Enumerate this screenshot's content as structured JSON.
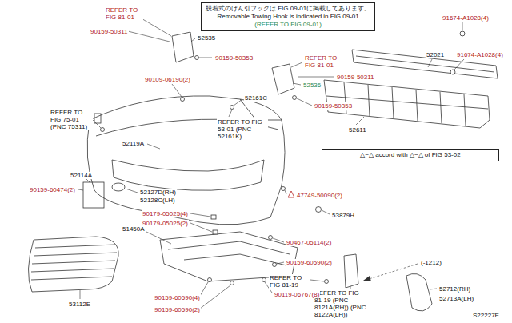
{
  "diagram": {
    "nodes": [
      {
        "text": [
          "脱着式のけん引フックは FIG 09-01に掲載してあります。",
          "Removable Towing Hook is indicated in FIG 09-01",
          "(REFER TO FIG 09-01)"
        ]
      },
      {
        "text": [
          "△~△ accord with △~△ of FIG 53-02"
        ]
      }
    ],
    "edges": [],
    "labels": [
      "REFER TO FIG 81-01",
      "90159-50311",
      "52535",
      "90159-50353",
      "91674-A1028(4)",
      "52021",
      "91674-A1028(4)",
      "90109-06190(2)",
      "REFER TO FIG 81-01",
      "90159-50311",
      "52536",
      "90159-50353",
      "52161C",
      "52611",
      "REFER TO FIG 53-01 (PNC 52161K)",
      "REFER TO FIG 75-01 (PNC 75311)",
      "52119A",
      "52114A",
      "90159-60474(2)",
      "52127D(RH)",
      "52128C(LH)",
      "47749-50090(2)",
      "53879H",
      "90179-05025(4)",
      "90179-05025(2)",
      "51450A",
      "90467-05114(2)",
      "90159-60590(2)",
      "REFER TO FIG 81-19",
      "53112E",
      "REFER TO FIG 81-19 (PNC 8121A(RH)) (PNC 8122A(LH))",
      "90159-60590(4)",
      "90119-06767(8)",
      "90159-60590(2)",
      "(-1212)",
      "52712(RH)",
      "52713A(LH)",
      "S22227E"
    ]
  }
}
